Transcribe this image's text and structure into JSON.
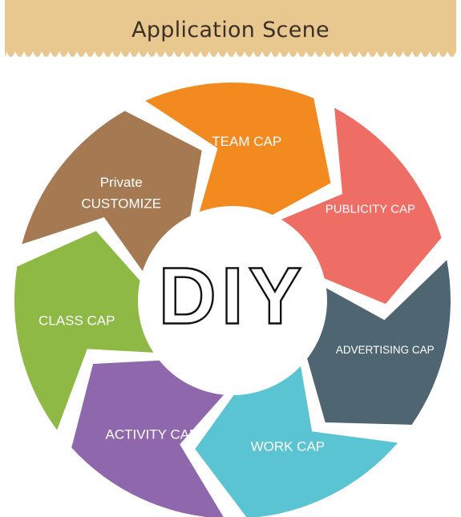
{
  "header": {
    "title": "Application Scene"
  },
  "center": {
    "text": "DIY"
  },
  "segments": [
    {
      "id": "private",
      "lines": [
        "Private",
        "CUSTOMIZE"
      ],
      "color": "#A57A52"
    },
    {
      "id": "team",
      "lines": [
        "TEAM CAP"
      ],
      "color": "#F38A20"
    },
    {
      "id": "publicity",
      "lines": [
        "PUBLICITY CAP"
      ],
      "color": "#EE6E66"
    },
    {
      "id": "advertising",
      "lines": [
        "ADVERTISING CAP"
      ],
      "color": "#4F6672"
    },
    {
      "id": "work",
      "lines": [
        "WORK CAP"
      ],
      "color": "#5BC4D3"
    },
    {
      "id": "activity",
      "lines": [
        "ACTIVITY CAP"
      ],
      "color": "#8F67AD"
    },
    {
      "id": "class",
      "lines": [
        "CLASS CAP"
      ],
      "color": "#8DB944"
    }
  ],
  "colors": {
    "banner": "#E8C88F",
    "banner_edge": "#D4A85E",
    "center_fill": "#ffffff",
    "center_text_stroke": "#111111"
  }
}
